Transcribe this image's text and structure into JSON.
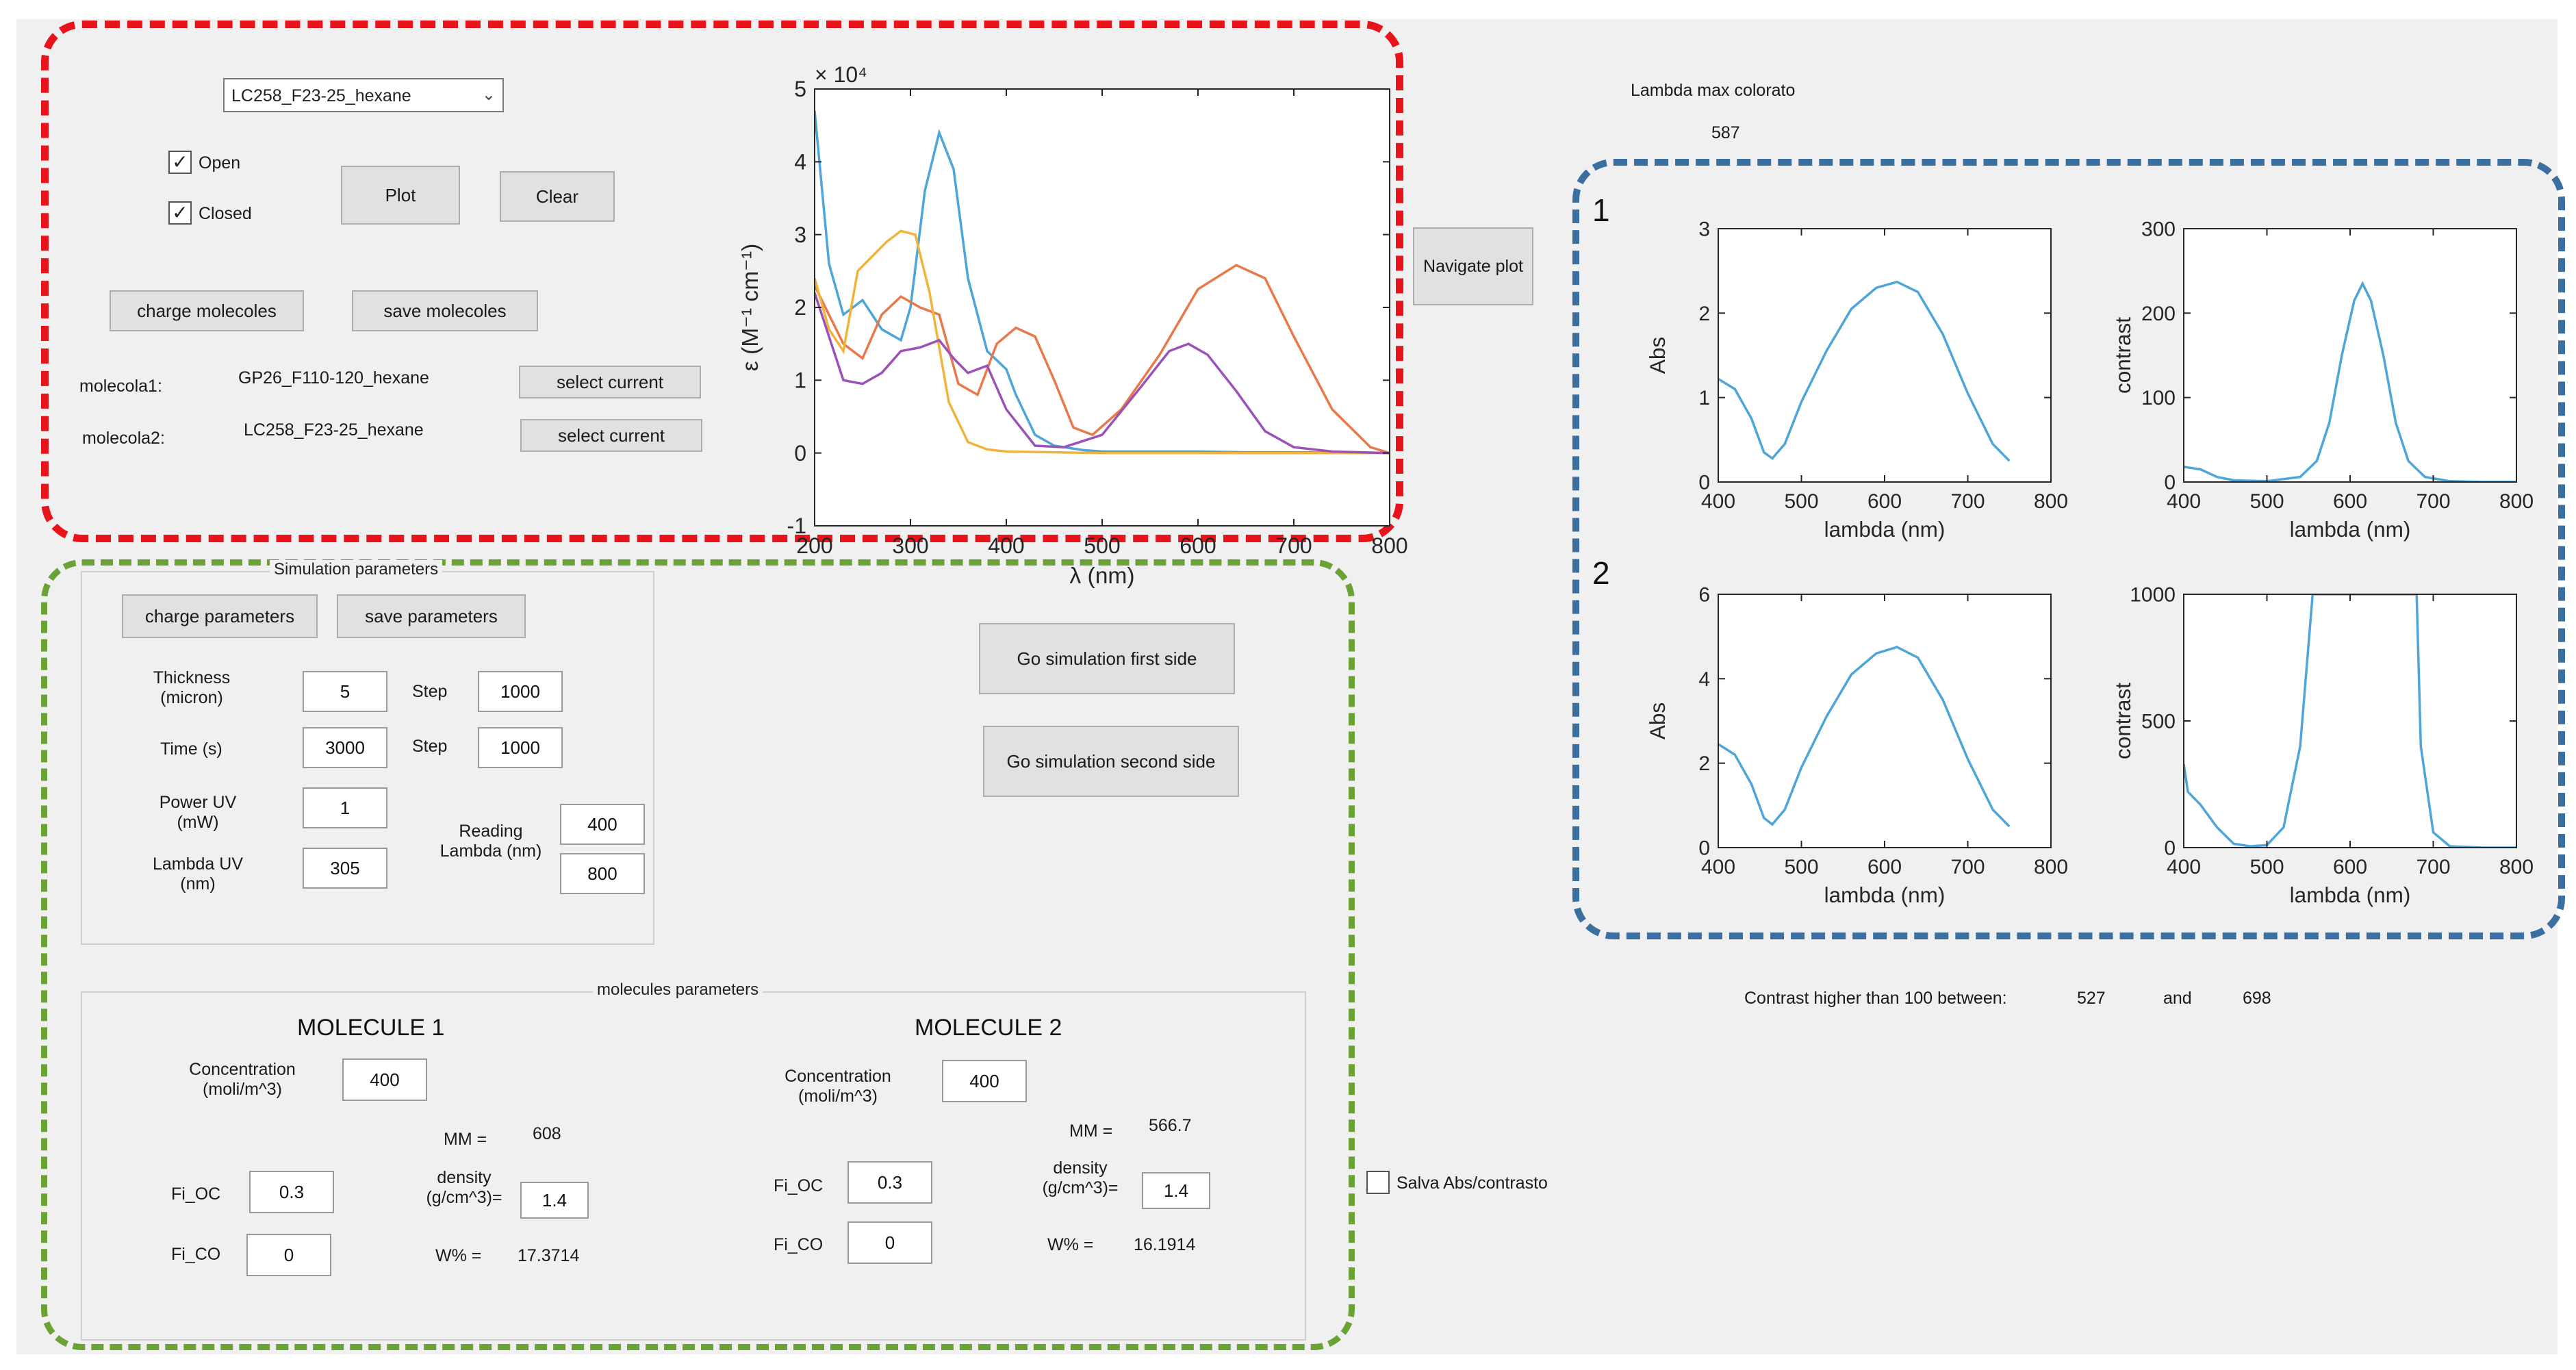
{
  "top": {
    "molecule_dropdown": "LC258_F23-25_hexane",
    "open_label": "Open",
    "closed_label": "Closed",
    "open_checked": true,
    "closed_checked": true,
    "plot_button": "Plot",
    "clear_button": "Clear",
    "charge_molecules_button": "charge molecoles",
    "save_molecules_button": "save molecoles",
    "molecule1_label": "molecola1:",
    "molecule1_value": "GP26_F110-120_hexane",
    "molecule2_label": "molecola2:",
    "molecule2_value": "LC258_F23-25_hexane",
    "select_current_button": "select current",
    "navigate_plot_button": "Navigate plot"
  },
  "lambda_max": {
    "label": "Lambda max colorato",
    "value": "587"
  },
  "simulation": {
    "panel_title": "Simulation parameters",
    "charge_parameters_button": "charge parameters",
    "save_parameters_button": "save parameters",
    "thickness_label_1": "Thickness",
    "thickness_label_2": "(micron)",
    "thickness_value": "5",
    "step_label": "Step",
    "thickness_step_value": "1000",
    "time_label": "Time (s)",
    "time_value": "3000",
    "time_step_value": "1000",
    "power_label_1": "Power UV",
    "power_label_2": "(mW)",
    "power_value": "1",
    "reading_label_1": "Reading",
    "reading_label_2": "Lambda (nm)",
    "reading_min": "400",
    "reading_max": "800",
    "lambda_uv_label_1": "Lambda UV",
    "lambda_uv_label_2": "(nm)",
    "lambda_uv_value": "305",
    "go_first_button": "Go simulation first side",
    "go_second_button": "Go simulation second side"
  },
  "molecules": {
    "panel_title": "molecules parameters",
    "m1": {
      "title": "MOLECULE 1",
      "conc_label_1": "Concentration",
      "conc_label_2": "(moli/m^3)",
      "conc_value": "400",
      "mm_label": "MM =",
      "mm_value": "608",
      "fi_oc_label": "Fi_OC",
      "fi_oc_value": "0.3",
      "density_label_1": "density",
      "density_label_2": "(g/cm^3)=",
      "density_value": "1.4",
      "fi_co_label": "Fi_CO",
      "fi_co_value": "0",
      "wp_label": "W% =",
      "wp_value": "17.3714"
    },
    "m2": {
      "title": "MOLECULE 2",
      "conc_label_1": "Concentration",
      "conc_label_2": "(moli/m^3)",
      "conc_value": "400",
      "mm_label": "MM =",
      "mm_value": "566.7",
      "fi_oc_label": "Fi_OC",
      "fi_oc_value": "0.3",
      "density_label_1": "density",
      "density_label_2": "(g/cm^3)=",
      "density_value": "1.4",
      "fi_co_label": "Fi_CO",
      "fi_co_value": "0",
      "wp_label": "W% =",
      "wp_value": "16.1914"
    }
  },
  "salva_label": "Salva Abs/contrasto",
  "salva_checked": false,
  "contrast_line": {
    "label": "Contrast higher than 100 between:",
    "low": "527",
    "and": "and",
    "high": "698"
  },
  "row_labels": [
    "1",
    "2"
  ],
  "colors": {
    "red_dash": "#e8141b",
    "green_dash": "#6aa236",
    "blue_dash": "#3b6fa0",
    "plot_line": "#4ea5d9"
  },
  "chart_data": [
    {
      "id": "main",
      "type": "line",
      "xlabel": "λ (nm)",
      "ylabel": "ε (M⁻¹ cm⁻¹)",
      "y_exponent": "× 10⁴",
      "xlim": [
        200,
        800
      ],
      "ylim": [
        -1,
        5
      ],
      "xticks": [
        200,
        300,
        400,
        500,
        600,
        700,
        800
      ],
      "yticks": [
        -1,
        0,
        1,
        2,
        3,
        4,
        5
      ],
      "series": [
        {
          "color": "#4ea5d9",
          "x": [
            200,
            215,
            230,
            250,
            270,
            290,
            300,
            315,
            330,
            345,
            360,
            380,
            400,
            410,
            430,
            450,
            480,
            500,
            550,
            600,
            650,
            700,
            800
          ],
          "y": [
            4.7,
            2.6,
            1.9,
            2.1,
            1.7,
            1.55,
            2.0,
            3.6,
            4.4,
            3.9,
            2.4,
            1.4,
            1.15,
            0.8,
            0.25,
            0.1,
            0.04,
            0.02,
            0.02,
            0.02,
            0.01,
            0.01,
            0.0
          ]
        },
        {
          "color": "#e9794b",
          "x": [
            200,
            215,
            230,
            250,
            270,
            290,
            310,
            330,
            350,
            370,
            390,
            410,
            430,
            450,
            470,
            490,
            520,
            560,
            600,
            640,
            670,
            700,
            740,
            780,
            800
          ],
          "y": [
            2.3,
            1.9,
            1.5,
            1.3,
            1.9,
            2.15,
            2.0,
            1.9,
            0.95,
            0.8,
            1.5,
            1.72,
            1.6,
            1.0,
            0.35,
            0.25,
            0.6,
            1.35,
            2.25,
            2.58,
            2.4,
            1.6,
            0.6,
            0.08,
            0.0
          ]
        },
        {
          "color": "#f0b43c",
          "x": [
            200,
            215,
            230,
            245,
            260,
            275,
            290,
            305,
            320,
            340,
            360,
            380,
            400,
            450,
            500,
            800
          ],
          "y": [
            2.4,
            1.7,
            1.4,
            2.5,
            2.7,
            2.9,
            3.05,
            3.0,
            2.2,
            0.7,
            0.15,
            0.05,
            0.02,
            0.01,
            0.0,
            0.0
          ]
        },
        {
          "color": "#9b52b8",
          "x": [
            200,
            215,
            230,
            250,
            270,
            290,
            310,
            330,
            345,
            360,
            380,
            400,
            430,
            460,
            500,
            540,
            570,
            590,
            610,
            640,
            670,
            700,
            740,
            800
          ],
          "y": [
            2.2,
            1.6,
            1.0,
            0.95,
            1.1,
            1.4,
            1.45,
            1.55,
            1.3,
            1.1,
            1.2,
            0.6,
            0.1,
            0.08,
            0.25,
            0.9,
            1.4,
            1.5,
            1.35,
            0.85,
            0.3,
            0.08,
            0.02,
            0.0
          ]
        }
      ]
    },
    {
      "id": "abs1",
      "type": "line",
      "xlabel": "lambda (nm)",
      "ylabel": "Abs",
      "xlim": [
        400,
        800
      ],
      "ylim": [
        0,
        3
      ],
      "xticks": [
        400,
        500,
        600,
        700,
        800
      ],
      "yticks": [
        0,
        1,
        2,
        3
      ],
      "series": [
        {
          "color": "#4ea5d9",
          "x": [
            400,
            420,
            440,
            455,
            465,
            480,
            500,
            530,
            560,
            590,
            615,
            640,
            670,
            700,
            730,
            750
          ],
          "y": [
            1.22,
            1.1,
            0.75,
            0.35,
            0.28,
            0.45,
            0.95,
            1.55,
            2.05,
            2.3,
            2.37,
            2.25,
            1.75,
            1.05,
            0.45,
            0.25
          ]
        }
      ]
    },
    {
      "id": "con1",
      "type": "line",
      "xlabel": "lambda (nm)",
      "ylabel": "contrast",
      "xlim": [
        400,
        800
      ],
      "ylim": [
        0,
        300
      ],
      "xticks": [
        400,
        500,
        600,
        700,
        800
      ],
      "yticks": [
        0,
        100,
        200,
        300
      ],
      "series": [
        {
          "color": "#4ea5d9",
          "x": [
            400,
            420,
            440,
            460,
            500,
            540,
            560,
            575,
            590,
            605,
            615,
            625,
            640,
            655,
            670,
            690,
            720,
            760,
            800
          ],
          "y": [
            18,
            15,
            6,
            2,
            1,
            6,
            25,
            70,
            150,
            215,
            235,
            215,
            150,
            70,
            25,
            6,
            1,
            0,
            0
          ]
        }
      ]
    },
    {
      "id": "abs2",
      "type": "line",
      "xlabel": "lambda (nm)",
      "ylabel": "Abs",
      "xlim": [
        400,
        800
      ],
      "ylim": [
        0,
        6
      ],
      "xticks": [
        400,
        500,
        600,
        700,
        800
      ],
      "yticks": [
        0,
        2,
        4,
        6
      ],
      "series": [
        {
          "color": "#4ea5d9",
          "x": [
            400,
            420,
            440,
            455,
            465,
            480,
            500,
            530,
            560,
            590,
            615,
            640,
            670,
            700,
            730,
            750
          ],
          "y": [
            2.45,
            2.2,
            1.5,
            0.7,
            0.55,
            0.9,
            1.9,
            3.1,
            4.1,
            4.6,
            4.75,
            4.5,
            3.5,
            2.1,
            0.9,
            0.5
          ]
        }
      ]
    },
    {
      "id": "con2",
      "type": "line",
      "xlabel": "lambda (nm)",
      "ylabel": "contrast",
      "xlim": [
        400,
        800
      ],
      "ylim": [
        0,
        1000
      ],
      "xticks": [
        400,
        500,
        600,
        700,
        800
      ],
      "yticks": [
        0,
        500,
        1000
      ],
      "series": [
        {
          "color": "#4ea5d9",
          "x": [
            400,
            405,
            420,
            440,
            460,
            480,
            500,
            520,
            540,
            555,
            560,
            680,
            685,
            700,
            720,
            760,
            800
          ],
          "y": [
            330,
            220,
            170,
            80,
            15,
            5,
            10,
            80,
            400,
            1000,
            1000,
            1000,
            400,
            60,
            5,
            0,
            0
          ]
        }
      ]
    }
  ]
}
